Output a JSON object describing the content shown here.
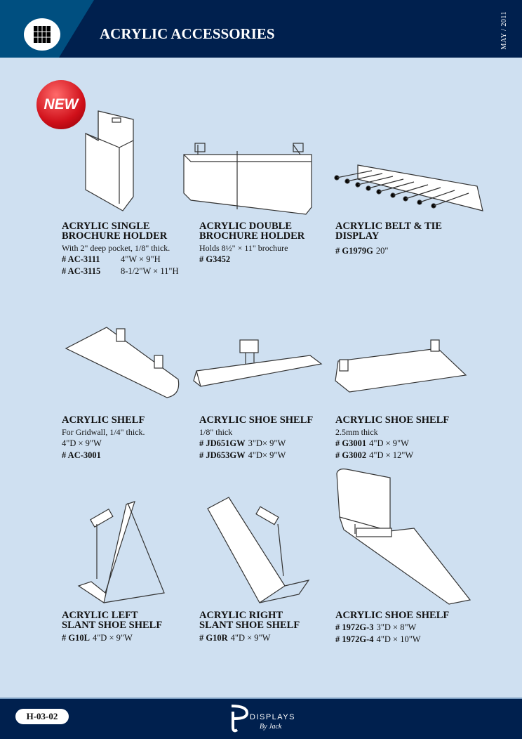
{
  "header": {
    "title": "ACRYLIC ACCESSORIES",
    "date": "MAY / 2011"
  },
  "badge": "NEW",
  "items": [
    {
      "title": [
        "ACRYLIC SINGLE",
        "BROCHURE HOLDER"
      ],
      "desc": "With 2\" deep pocket, 1/8\" thick.",
      "codes": [
        {
          "code": "# AC-3111",
          "size": "4\"W × 9\"H"
        },
        {
          "code": "# AC-3115",
          "size": "8-1/2\"W × 11\"H"
        }
      ]
    },
    {
      "title": [
        "ACRYLIC DOUBLE",
        "BROCHURE HOLDER"
      ],
      "desc": "Holds 8½\" × 11\" brochure",
      "codes": [
        {
          "code": "# G3452",
          "size": ""
        }
      ]
    },
    {
      "title": [
        "ACRYLIC BELT & TIE",
        "DISPLAY"
      ],
      "desc": "",
      "codes": [
        {
          "code": "# G1979G",
          "size": "20\""
        }
      ]
    },
    {
      "title": [
        "ACRYLIC SHELF"
      ],
      "desc": "For Gridwall, 1/4\" thick.",
      "desc2": "4\"D × 9\"W",
      "codes": [
        {
          "code": "# AC-3001",
          "size": ""
        }
      ]
    },
    {
      "title": [
        "ACRYLIC SHOE SHELF"
      ],
      "desc": "1/8\" thick",
      "codes": [
        {
          "code": "# JD651GW",
          "size": "3\"D× 9\"W"
        },
        {
          "code": "# JD653GW",
          "size": "4\"D× 9\"W"
        }
      ]
    },
    {
      "title": [
        "ACRYLIC SHOE SHELF"
      ],
      "desc": "2.5mm thick",
      "codes": [
        {
          "code": "# G3001",
          "size": "4\"D × 9\"W"
        },
        {
          "code": "# G3002",
          "size": "4\"D × 12\"W"
        }
      ]
    },
    {
      "title": [
        "ACRYLIC LEFT",
        "SLANT SHOE SHELF"
      ],
      "desc": "",
      "codes": [
        {
          "code": "# G10L",
          "size": "4\"D ×  9\"W"
        }
      ]
    },
    {
      "title": [
        "ACRYLIC RIGHT",
        "SLANT SHOE SHELF"
      ],
      "desc": "",
      "codes": [
        {
          "code": "# G10R",
          "size": "4\"D ×  9\"W"
        }
      ]
    },
    {
      "title": [
        "ACRYLIC SHOE SHELF"
      ],
      "desc": "",
      "codes": [
        {
          "code": "# 1972G-3",
          "size": "3\"D × 8\"W"
        },
        {
          "code": "# 1972G-4",
          "size": "4\"D × 10\"W"
        }
      ]
    }
  ],
  "footer": {
    "page": "H-03-02",
    "brand": "DISPLAYS",
    "brand_sub": "By Jack"
  }
}
